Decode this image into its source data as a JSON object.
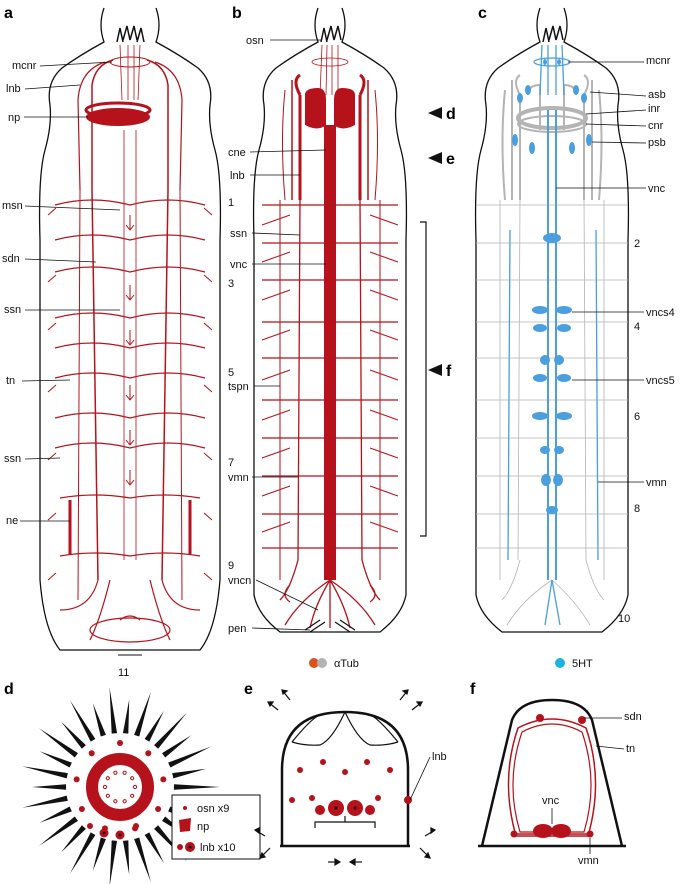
{
  "panels": {
    "a": {
      "letter": "a",
      "labels": [
        "mcnr",
        "lnb",
        "np",
        "msn",
        "sdn",
        "ssn",
        "tn",
        "ssn",
        "ne"
      ],
      "segments": [
        "1",
        "3",
        "5",
        "7",
        "9",
        "11"
      ]
    },
    "b": {
      "letter": "b",
      "labels": [
        "osn",
        "cne",
        "lnb",
        "ssn",
        "vnc",
        "tspn",
        "vmn",
        "vncn",
        "pen"
      ],
      "arrows": [
        "d",
        "e",
        "f"
      ]
    },
    "c": {
      "letter": "c",
      "labels": [
        "mcnr",
        "asb",
        "inr",
        "cnr",
        "psb",
        "vnc",
        "vncs4",
        "vncs5",
        "vmn"
      ],
      "segments": [
        "2",
        "4",
        "6",
        "8",
        "10"
      ]
    },
    "d": {
      "letter": "d"
    },
    "e": {
      "letter": "e",
      "labels": [
        "lnb"
      ]
    },
    "f": {
      "letter": "f",
      "labels": [
        "sdn",
        "tn",
        "vnc",
        "vmn"
      ]
    }
  },
  "legend_top": {
    "atub": "αTub",
    "fiveht": "5HT"
  },
  "legend_box": {
    "items": [
      "osn x9",
      "np",
      "lnb x10"
    ]
  },
  "colors": {
    "red": "#b5121b",
    "blue": "#4a9fdc",
    "grey": "#b4b4b4",
    "cyan": "#19b6e0"
  }
}
